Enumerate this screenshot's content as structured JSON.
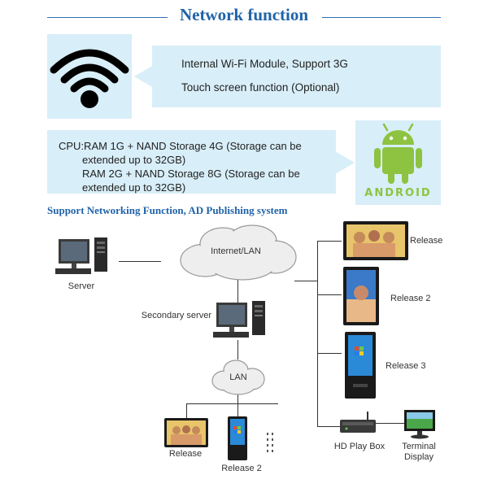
{
  "header": {
    "title": "Network function"
  },
  "features": {
    "line1": "Internal Wi-Fi Module, Support 3G",
    "line2": "Touch screen function (Optional)"
  },
  "specs": {
    "line1": "CPU:RAM 1G + NAND Storage 4G (Storage can be",
    "line2": "extended up to 32GB)",
    "line3": "RAM 2G + NAND Storage 8G (Storage can be",
    "line4": "extended up to 32GB)"
  },
  "android_logo": {
    "text": "ANDROID",
    "color": "#8dc341"
  },
  "diagram": {
    "subtitle": "Support Networking Function, AD Publishing system",
    "cloud_internet": "Internet/LAN",
    "cloud_lan": "LAN",
    "server": "Server",
    "secondary_server": "Secondary server",
    "release_top": "Release",
    "release_2_right": "Release 2",
    "release_3_right": "Release 3",
    "play_box": "HD Play Box",
    "terminal_line1": "Terminal",
    "terminal_line2": "Display",
    "release_bottom": "Release",
    "release_2_bottom": "Release 2"
  },
  "colors": {
    "accent": "#1f63a8",
    "box": "#d8eef8",
    "android": "#8dc341"
  }
}
